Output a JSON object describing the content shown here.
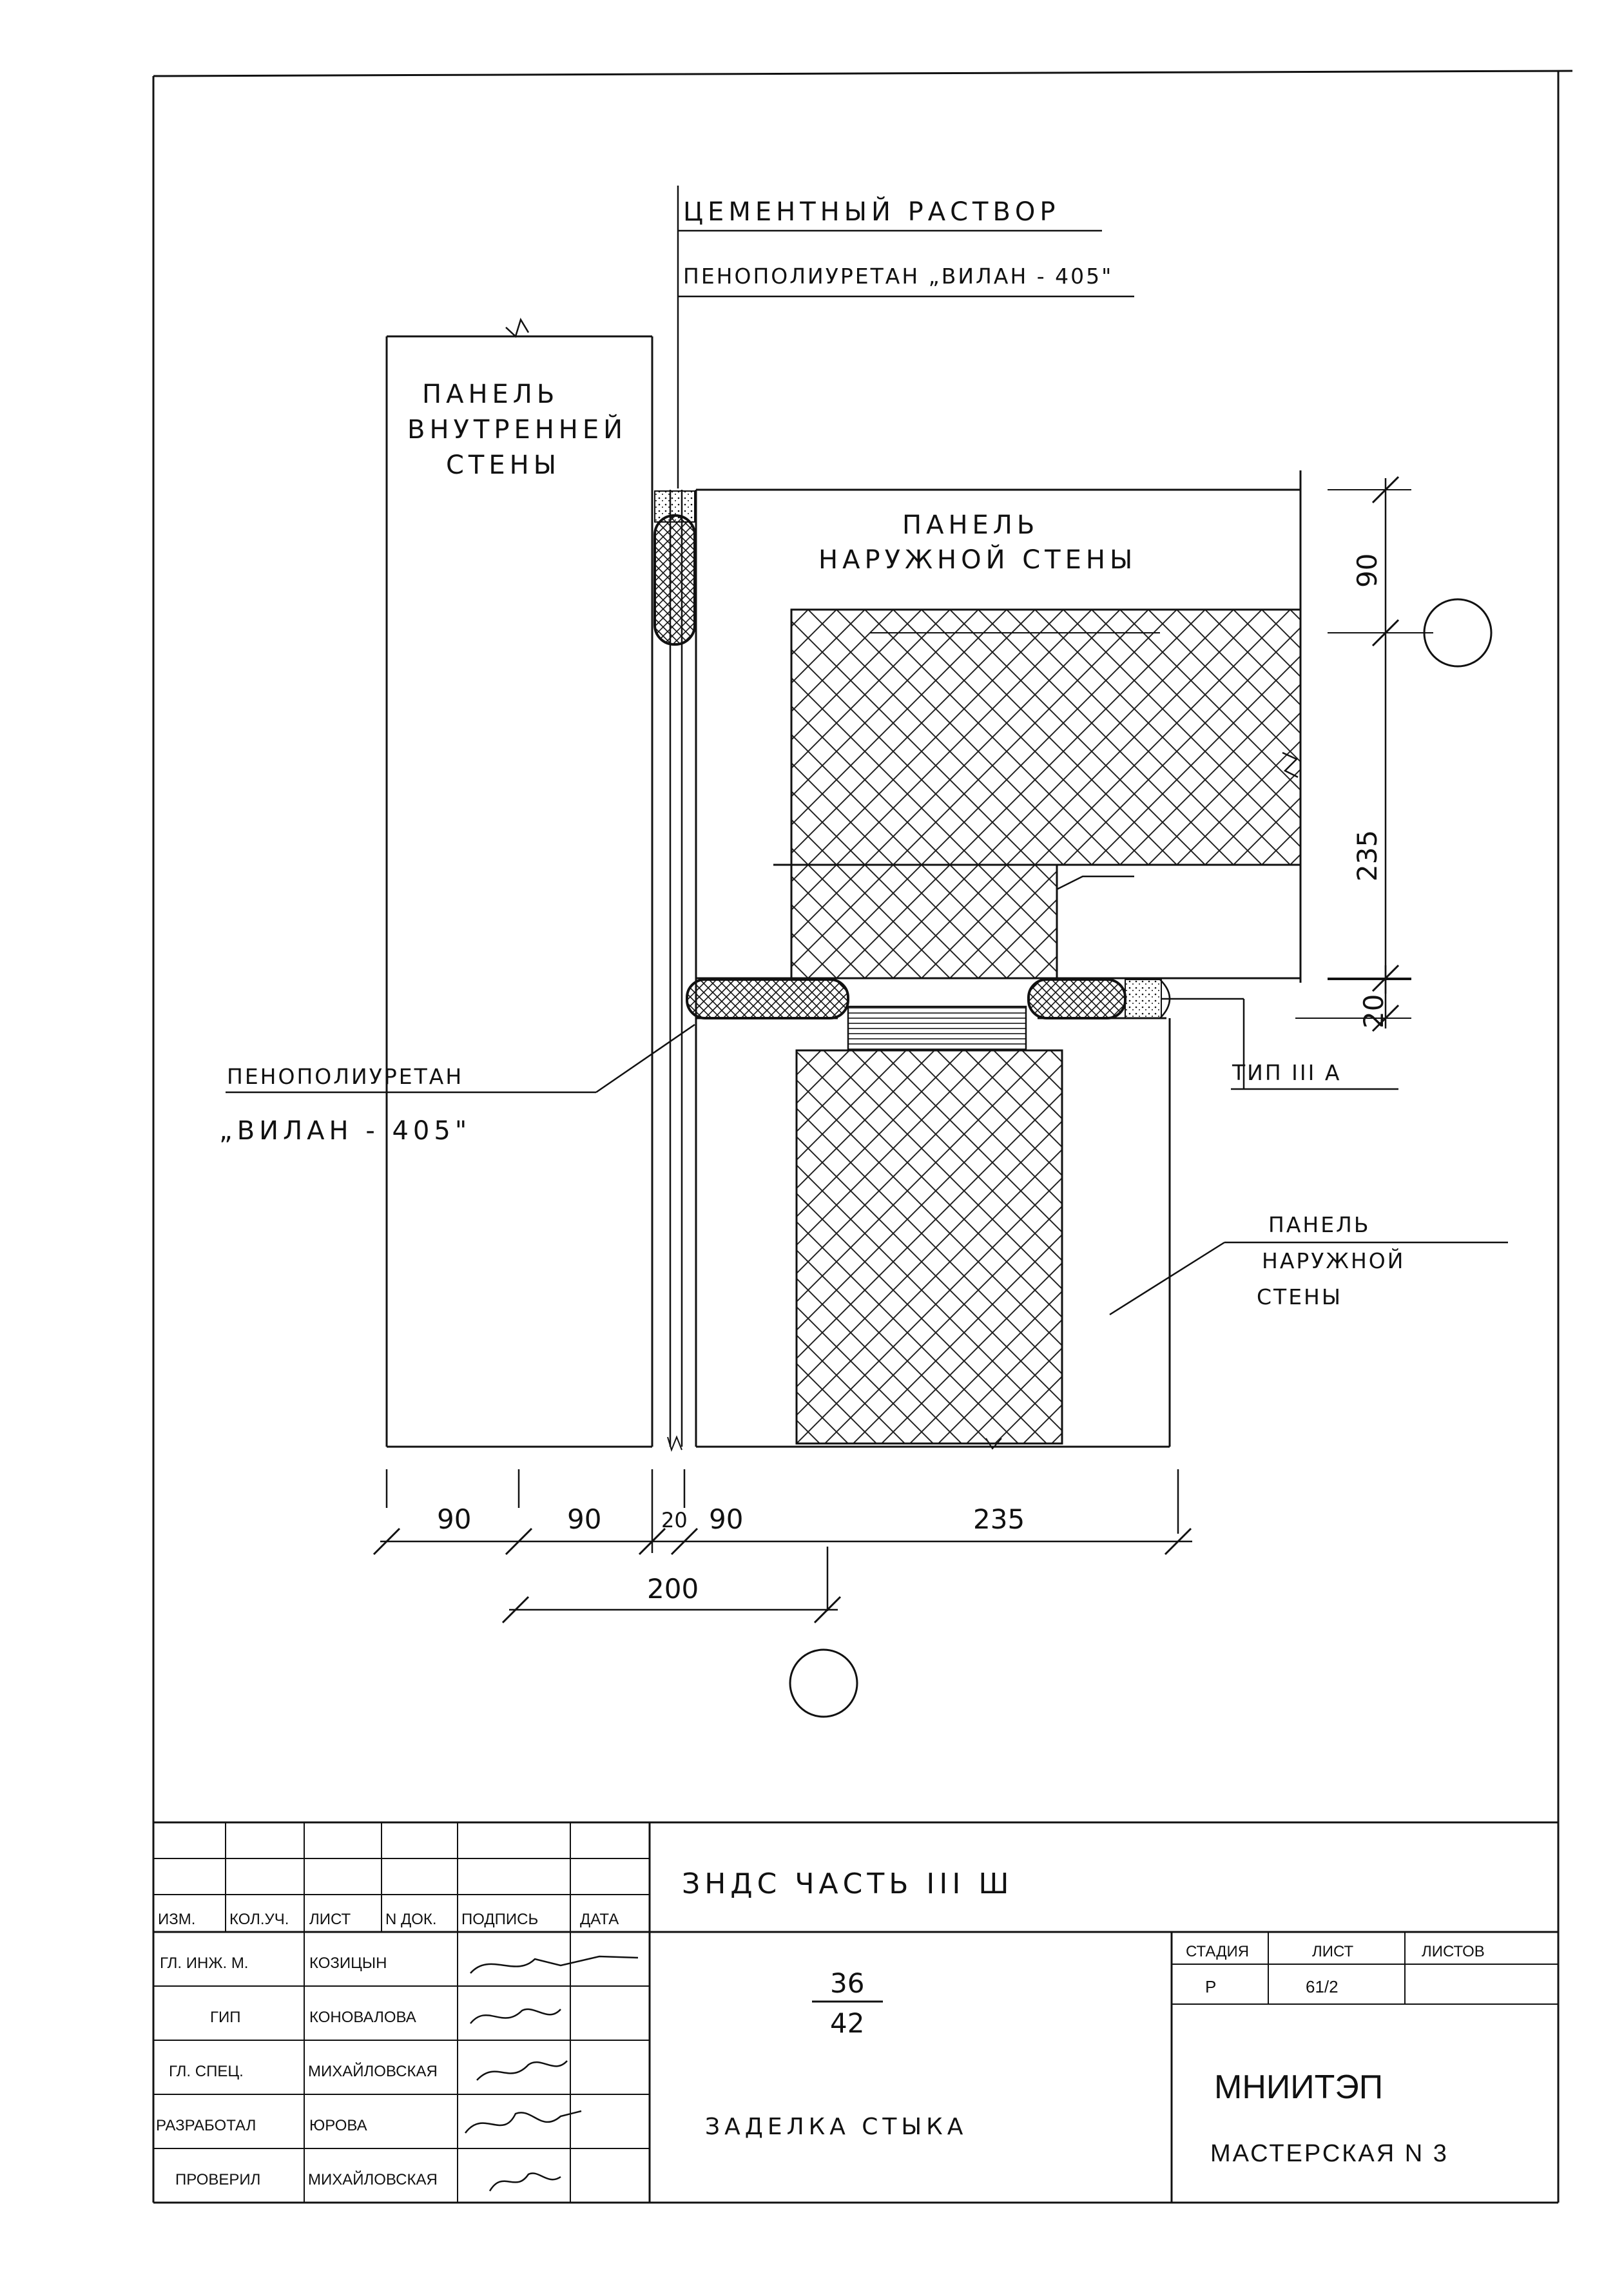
{
  "labels": {
    "cement_mortar": "ЦЕМЕНТНЫЙ РАСТВОР",
    "foam_top": "ПЕНОПОЛИУРЕТАН „ВИЛАН - 405\"",
    "inner_panel": [
      "ПАНЕЛЬ",
      "ВНУТРЕННЕЙ",
      "СТЕНЫ"
    ],
    "outer_panel_top": [
      "ПАНЕЛЬ",
      "НАРУЖНОЙ СТЕНЫ"
    ],
    "foam_left": [
      "ПЕНОПОЛИУРЕТАН",
      "„ВИЛАН - 405\""
    ],
    "tip_label": "ТИП III А",
    "outer_panel_bottom": [
      "ПАНЕЛЬ",
      "НАРУЖНОЙ",
      "СТЕНЫ"
    ]
  },
  "dimensions": {
    "top_90": "90",
    "mid_235": "235",
    "gap_20": "20",
    "bottom": [
      "90",
      "90",
      "20",
      "90",
      "235"
    ],
    "total": "200"
  },
  "title_block": {
    "project": "ЗНДС ЧАСТЬ III Ш",
    "headers": [
      "ИЗМ.",
      "КОЛ.УЧ.",
      "ЛИСТ",
      "N ДОК.",
      "ПОДПИСЬ",
      "ДАТА"
    ],
    "roles": [
      {
        "role": "ГЛ. ИНЖ. М.",
        "name": "КОЗИЦЫН"
      },
      {
        "role": "ГИП",
        "name": "КОНОВАЛОВА"
      },
      {
        "role": "ГЛ. СПЕЦ.",
        "name": "МИХАЙЛОВСКАЯ"
      },
      {
        "role": "РАЗРАБОТАЛ",
        "name": "ЮРОВА"
      },
      {
        "role": "ПРОВЕРИЛ",
        "name": "МИХАЙЛОВСКАЯ"
      }
    ],
    "fraction_top": "36",
    "fraction_bottom": "42",
    "sheet_title": "ЗАДЕЛКА СТЫКА",
    "stage_label": "СТАДИЯ",
    "sheet_label": "ЛИСТ",
    "sheets_label": "ЛИСТОВ",
    "stage_value": "Р",
    "sheet_value": "61/2",
    "org_name": "МНИИТЭП",
    "workshop": "МАСТЕРСКАЯ N 3"
  }
}
